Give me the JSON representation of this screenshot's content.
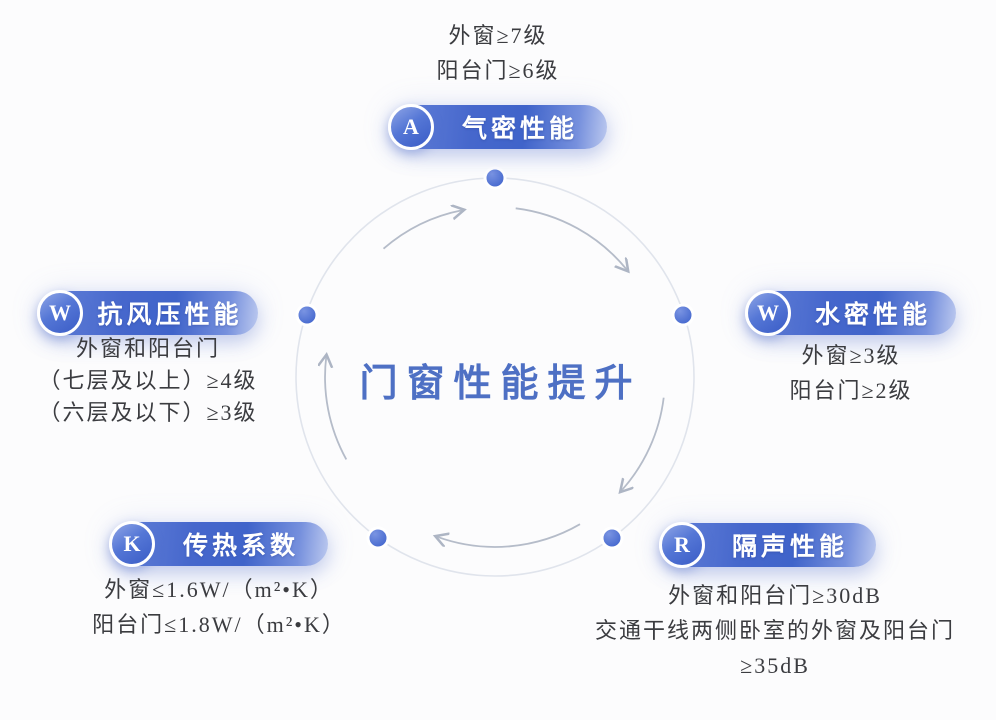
{
  "title": "门窗性能提升",
  "colors": {
    "accent_dark": "#3f5fc6",
    "accent": "#4a6bce",
    "accent_light": "#8ba2e4",
    "title_blue": "#4e70c4",
    "detail_text": "#3b3c40",
    "ring_gray": "#e0e4ec",
    "arrow_gray": "#b5bcc9",
    "dot_blue": "#4a70d6",
    "background": "#fcfcfd"
  },
  "nodes": [
    {
      "id": "air-tightness",
      "letter": "A",
      "label": "气密性能",
      "details": [
        "外窗≥7级",
        "阳台门≥6级"
      ]
    },
    {
      "id": "water-tightness",
      "letter": "W",
      "label": "水密性能",
      "details": [
        "外窗≥3级",
        "阳台门≥2级"
      ]
    },
    {
      "id": "wind-pressure-resistance",
      "letter": "W",
      "label": "抗风压性能",
      "details": [
        "外窗和阳台门",
        "（七层及以上）≥4级",
        "（六层及以下）≥3级"
      ]
    },
    {
      "id": "heat-transfer-coefficient",
      "letter": "K",
      "label": "传热系数",
      "details": [
        "外窗≤1.6W/（m²•K）",
        "阳台门≤1.8W/（m²•K）"
      ]
    },
    {
      "id": "sound-insulation",
      "letter": "R",
      "label": "隔声性能",
      "details": [
        "外窗和阳台门≥30dB",
        "交通干线两侧卧室的外窗及阳台门",
        "≥35dB"
      ]
    }
  ]
}
